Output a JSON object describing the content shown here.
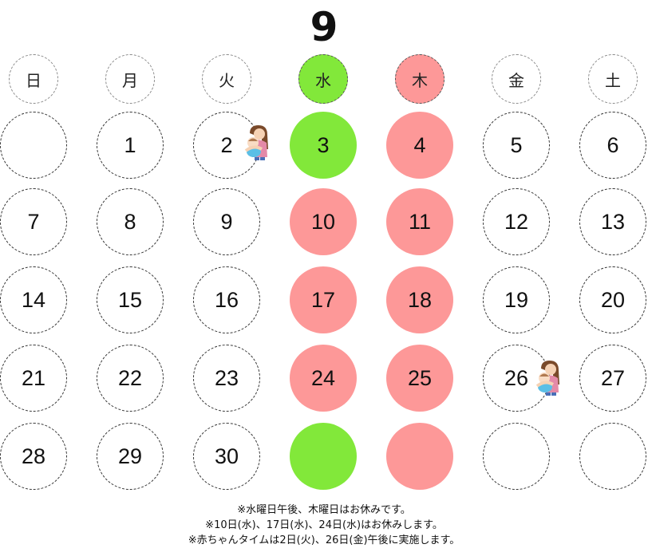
{
  "month": "9",
  "weekdays": [
    "日",
    "月",
    "火",
    "水",
    "木",
    "金",
    "土"
  ],
  "weeks": [
    [
      "",
      "1",
      "2",
      "3",
      "4",
      "5",
      "6"
    ],
    [
      "7",
      "8",
      "9",
      "10",
      "11",
      "12",
      "13"
    ],
    [
      "14",
      "15",
      "16",
      "17",
      "18",
      "19",
      "20"
    ],
    [
      "21",
      "22",
      "23",
      "24",
      "25",
      "26",
      "27"
    ],
    [
      "28",
      "29",
      "30",
      "",
      "",
      "",
      ""
    ]
  ],
  "colors": {
    "wednesday": "#82e83a",
    "thursday": "#fd9898"
  },
  "icons": {
    "baby_time": "mother-holding-baby-icon"
  },
  "notes": [
    "※水曜日午後、木曜日はお休みです。",
    "※10日(水)、17日(水)、24日(水)はお休みします。",
    "※赤ちゃんタイムは2日(火)、26日(金)午後に実施します。"
  ]
}
